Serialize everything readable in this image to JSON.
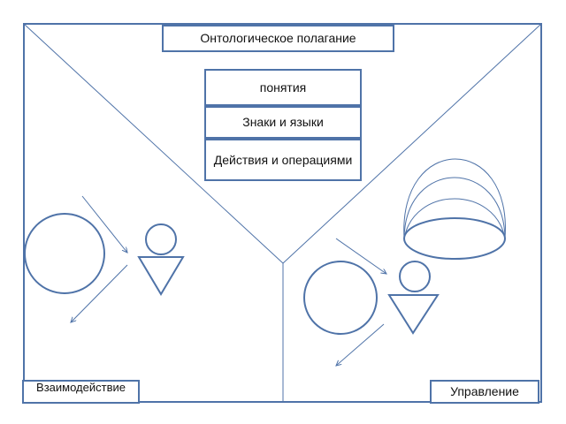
{
  "title": "Онтологическое полагание",
  "stack": {
    "concepts": "понятия",
    "signs": "Знаки и языки",
    "actions": "Действия и операциями"
  },
  "corners": {
    "interaction": "Взаимодействие",
    "management": "Управление"
  },
  "colors": {
    "line": "#4f73a8",
    "shape": "#4f73a8",
    "text": "#111111",
    "background": "#ffffff"
  }
}
